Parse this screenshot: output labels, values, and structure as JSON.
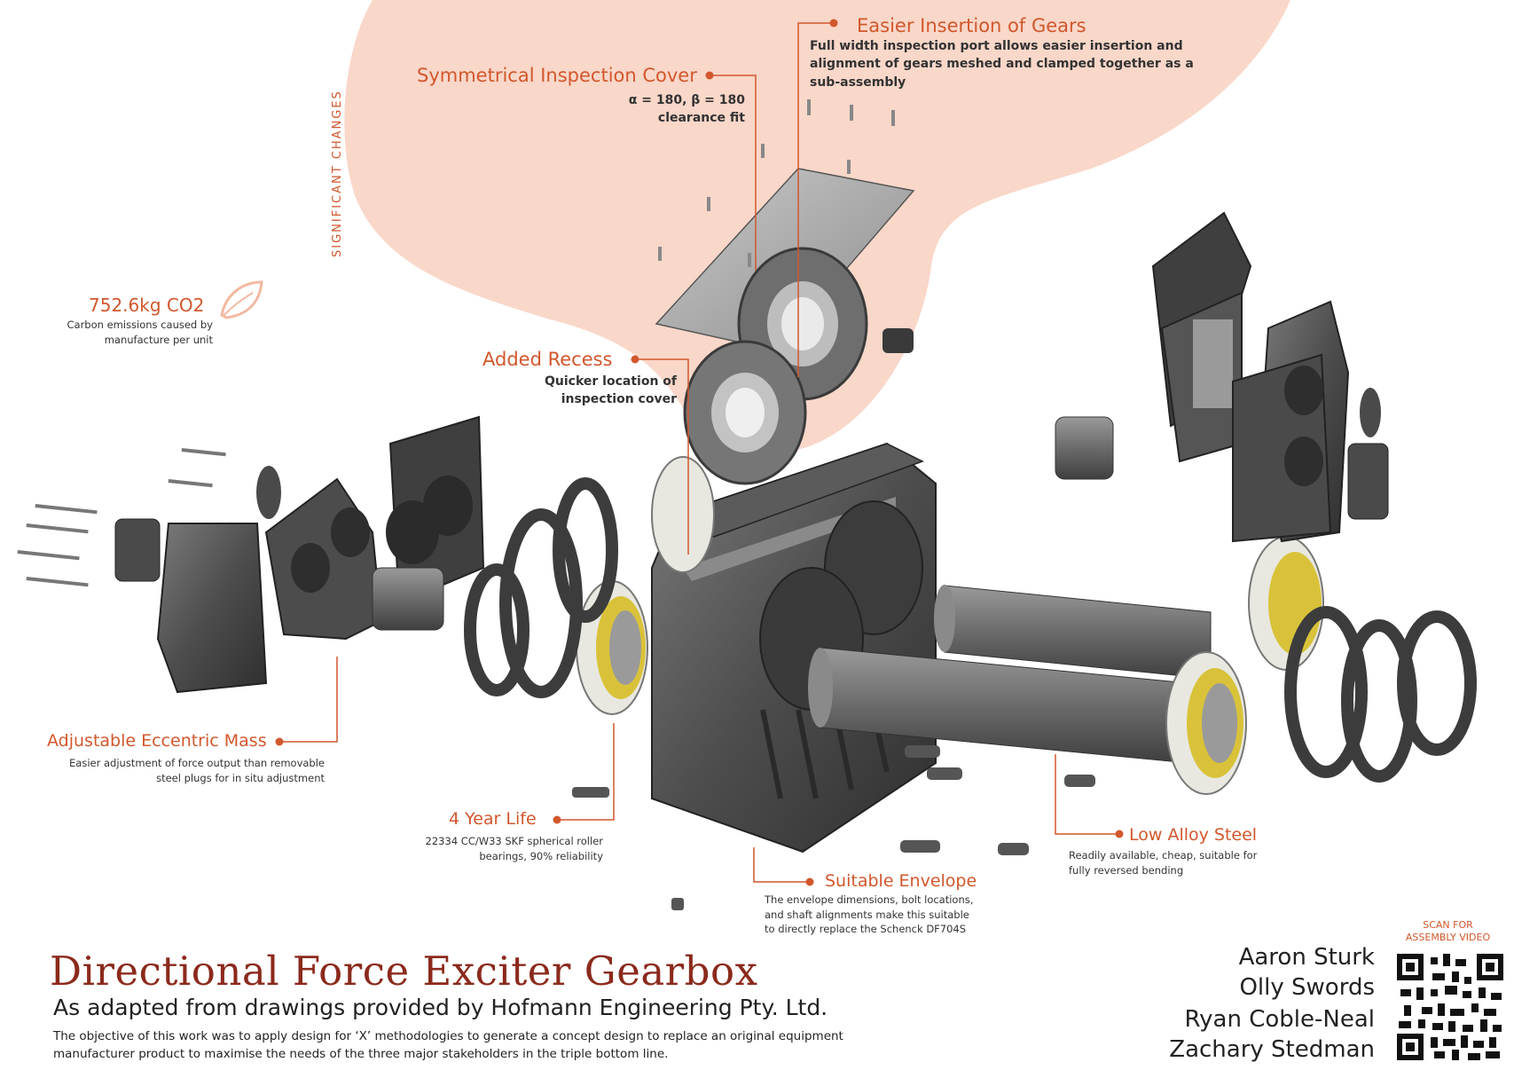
{
  "vertical_label": "SIGNIFICANT CHANGES",
  "colors": {
    "accent": "#d2572c",
    "blob": "#f9d7c9",
    "title": "#8b2a1c",
    "metal": "#4a4a4a"
  },
  "callouts": {
    "inspection_cover": {
      "title": "Symmetrical Inspection Cover",
      "line1": "α = 180, β = 180",
      "line2": "clearance fit"
    },
    "insertion_gears": {
      "title": "Easier Insertion of Gears",
      "desc": "Full width inspection port allows easier insertion and alignment of gears meshed and clamped together as a sub-assembly"
    },
    "co2": {
      "title": "752.6kg CO2",
      "line1": "Carbon emissions caused by",
      "line2": "manufacture per unit",
      "icon": "leaf-icon"
    },
    "added_recess": {
      "title": "Added Recess",
      "line1": "Quicker location of",
      "line2": "inspection cover"
    },
    "eccentric_mass": {
      "title": "Adjustable Eccentric Mass",
      "line1": "Easier adjustment of force output than removable",
      "line2": "steel plugs for in situ adjustment"
    },
    "year_life": {
      "title": "4 Year Life",
      "line1": "22334 CC/W33 SKF spherical roller",
      "line2": "bearings, 90% reliability"
    },
    "envelope": {
      "title": "Suitable Envelope",
      "desc": "The envelope dimensions, bolt locations, and shaft alignments make this suitable to directly replace the Schenck DF704S"
    },
    "low_alloy": {
      "title": "Low Alloy Steel",
      "line1": "Readily available, cheap, suitable for",
      "line2": "fully reversed bending"
    }
  },
  "footer": {
    "title": "Directional Force Exciter Gearbox",
    "subtitle": "As adapted from drawings provided by Hofmann Engineering Pty. Ltd.",
    "objective": "The objective of this work was to apply design for ‘X’ methodologies to generate a concept design to replace an original equipment manufacturer product to maximise the needs of the three major stakeholders in the triple bottom line."
  },
  "authors": [
    "Aaron Sturk",
    "Olly Swords",
    "Ryan Coble-Neal",
    "Zachary Stedman"
  ],
  "qr": {
    "caption_line1": "SCAN FOR",
    "caption_line2": "ASSEMBLY VIDEO"
  }
}
